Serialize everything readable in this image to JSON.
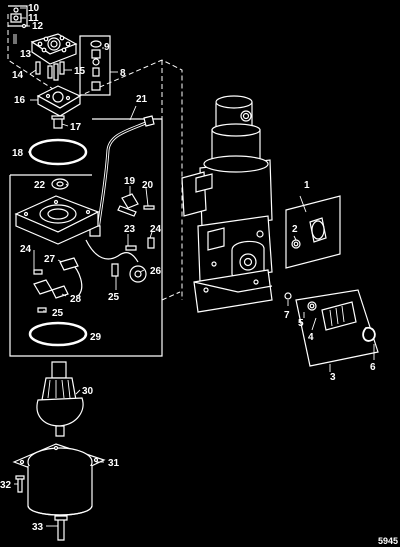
{
  "diagram": {
    "figure_number": "5945",
    "callouts": [
      "1",
      "2",
      "3",
      "4",
      "5",
      "6",
      "7",
      "8",
      "9",
      "10",
      "11",
      "12",
      "13",
      "14",
      "15",
      "16",
      "17",
      "18",
      "19",
      "20",
      "21",
      "22",
      "23",
      "24",
      "24",
      "25",
      "25",
      "26",
      "27",
      "28",
      "29",
      "30",
      "31",
      "32",
      "33"
    ]
  },
  "colors": {
    "background": "#000000",
    "line": "#ffffff"
  }
}
